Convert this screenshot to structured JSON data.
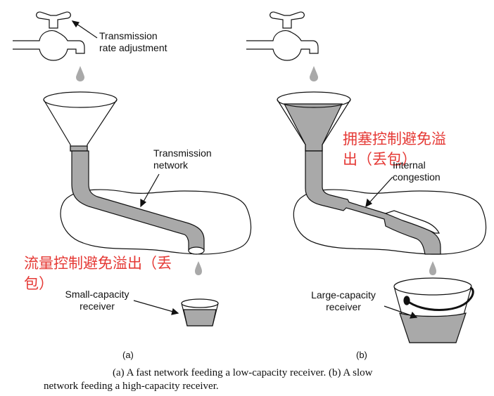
{
  "panel_a": {
    "label_rate": [
      "Transmission",
      "rate adjustment"
    ],
    "label_network": [
      "Transmission",
      "network"
    ],
    "label_receiver": [
      "Small-capacity",
      "receiver"
    ],
    "annotation_cn": [
      "流量控制避免溢出（丢",
      "包）"
    ],
    "panel_id": "(a)"
  },
  "panel_b": {
    "label_congestion": [
      "Internal",
      "congestion"
    ],
    "label_receiver": [
      "Large-capacity",
      "receiver"
    ],
    "annotation_cn": [
      "拥塞控制避免溢",
      "出（丢包）"
    ],
    "panel_id": "(b)"
  },
  "caption": [
    "(a) A fast network feeding a low-capacity receiver.  (b) A slow",
    "network feeding a high-capacity receiver."
  ],
  "colors": {
    "water": "#a9a9a9",
    "line": "#111111",
    "annotation": "#e53935"
  }
}
